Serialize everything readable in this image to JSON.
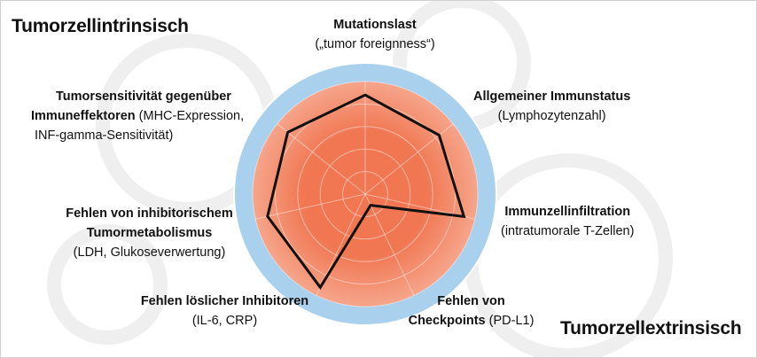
{
  "headings": {
    "intrinsic": "Tumorzellintrinsisch",
    "extrinsic": "Tumorzellextrinsisch"
  },
  "axes": [
    {
      "bold": "Mutationslast",
      "rest": "",
      "line2": "(„tumor foreignness“)"
    },
    {
      "bold": "Allgemeiner Immunstatus",
      "rest": "",
      "line2": "(Lymphozytenzahl)"
    },
    {
      "bold": "Immunzellinfiltration",
      "rest": "",
      "line2": "(intratumorale T-Zellen)"
    },
    {
      "bold": "Fehlen von",
      "rest": "",
      "line2_bold": "Checkpoints",
      "line2_rest": " (PD-L1)"
    },
    {
      "bold": "Fehlen löslicher Inhibitoren",
      "rest": "",
      "line2": "(IL-6, CRP)"
    },
    {
      "bold": "Fehlen von inhibitorischem",
      "line2_bold": "Tumormetabolismus",
      "line3": "(LDH, Glukoseverwertung)"
    },
    {
      "bold": "Tumorsensitivität gegenüber",
      "line2_bold": "Immuneffektoren",
      "line2_rest": " (MHC-Expression,",
      "line3": "INF-gamma-Sensitivität)"
    }
  ],
  "chart_data": {
    "type": "radar",
    "levels": 5,
    "max": 1.0,
    "axes_order": [
      "Mutationslast",
      "Allgemeiner Immunstatus",
      "Immunzellinfiltration",
      "Fehlen von Checkpoints",
      "Fehlen löslicher Inhibitoren",
      "Fehlen von inhibitorischem Tumormetabolismus",
      "Tumorsensitivität gegenüber Immuneffektoren"
    ],
    "values": [
      0.88,
      0.84,
      0.9,
      0.11,
      0.92,
      0.89,
      0.88
    ]
  },
  "colors": {
    "ring": "#a9d0ec",
    "ring_edge": "#ffffff",
    "core": "#f07752",
    "core_mid": "#f6a58b",
    "polygon_stroke": "#111111",
    "grid": "#ffffff",
    "watermark": "#efefef"
  }
}
